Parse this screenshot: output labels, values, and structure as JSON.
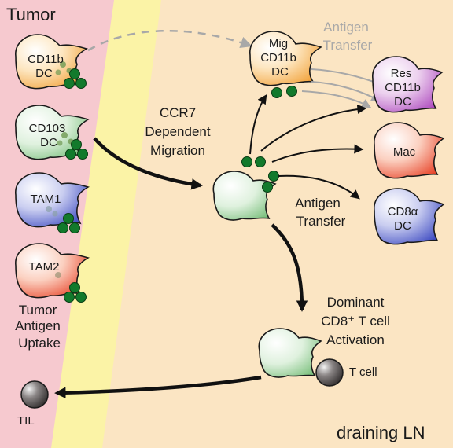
{
  "regions": {
    "tumor": "Tumor",
    "lymph_node": "draining LN"
  },
  "tumor_cells": {
    "cd11b_dc": [
      "CD11b",
      "DC"
    ],
    "cd103_dc": [
      "CD103",
      "DC"
    ],
    "tam1": "TAM1",
    "tam2": "TAM2"
  },
  "tumor_uptake": [
    "Tumor",
    "Antigen",
    "Uptake"
  ],
  "migration": [
    "CCR7",
    "Dependent",
    "Migration"
  ],
  "ln_cells": {
    "mig_cd11b_dc": [
      "Mig",
      "CD11b",
      "DC"
    ],
    "res_cd11b_dc": [
      "Res",
      "CD11b",
      "DC"
    ],
    "mac": "Mac",
    "cd8a_dc": [
      "CD8α",
      "DC"
    ]
  },
  "antigen_transfer_top": [
    "Antigen",
    "Transfer"
  ],
  "antigen_transfer_mid": [
    "Antigen",
    "Transfer"
  ],
  "activation": [
    "Dominant",
    "CD8⁺ T cell",
    "Activation"
  ],
  "t_cell": "T cell",
  "til": "TIL",
  "colors": {
    "tumor_bg": "#f6c9cf",
    "stripe_bg": "#fbf3a6",
    "ln_bg": "#fbe5c3",
    "antigen": "#127a2c",
    "arrow": "#111111",
    "grey_arrow": "#a8a8a8"
  }
}
